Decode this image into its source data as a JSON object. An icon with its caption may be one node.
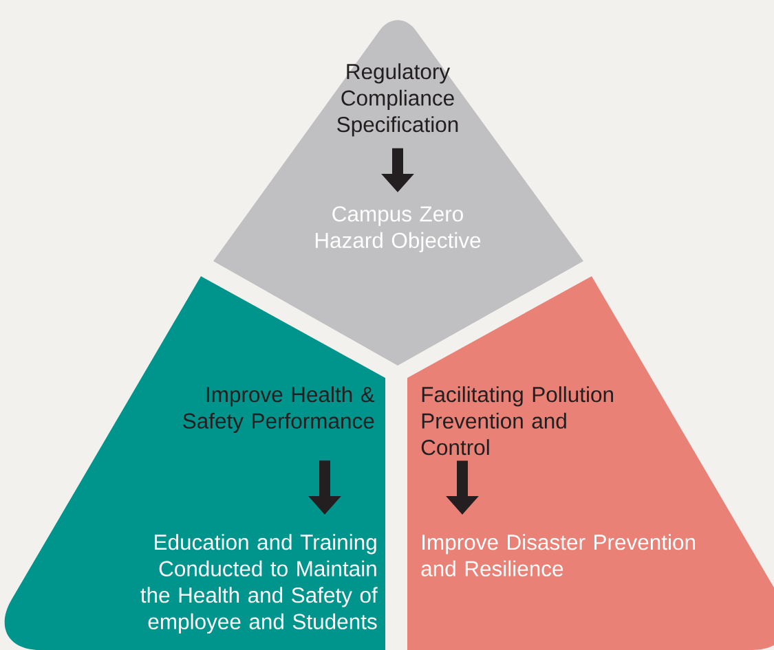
{
  "diagram": {
    "nodes": [
      {
        "text": [],
        "shape": "triangle"
      },
      {
        "text": [
          "Regulatory Compliance Specification"
        ],
        "in": 0
      },
      {
        "text": [
          "Campus Zero Hazard Objective"
        ],
        "in": 0
      },
      {
        "text": [],
        "shape": "triangle"
      },
      {
        "text": [
          "Improve Health & Safety Performance"
        ],
        "in": 3
      },
      {
        "text": [
          "Education and Training Conducted to Maintain the Health and Safety of employee and Students"
        ],
        "in": 3
      },
      {
        "text": [],
        "shape": "triangle"
      },
      {
        "text": [
          "Facilitating Pollution Prevention and Control"
        ],
        "in": 6
      },
      {
        "text": [
          "Improve Disaster Prevention and Resilience"
        ],
        "in": 6
      }
    ],
    "edges": [
      {
        "from": 1,
        "to": 2,
        "arrow": "to"
      },
      {
        "from": 4,
        "to": 5,
        "arrow": "to"
      },
      {
        "from": 7,
        "to": 8,
        "arrow": "to"
      }
    ]
  }
}
